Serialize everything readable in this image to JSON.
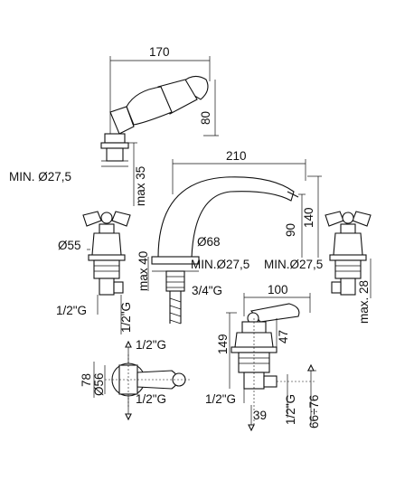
{
  "dimensions": {
    "hand_shower_width": "170",
    "hand_shower_height": "80",
    "min_diam_left": "MIN. Ø27,5",
    "max_height_35": "max 35",
    "spout_width": "210",
    "spout_height_90": "90",
    "spout_height_140": "140",
    "handle_diam": "Ø55",
    "spout_diam": "Ø68",
    "max_40": "max 40",
    "min_diam_center": "MIN.Ø27,5",
    "min_diam_right": "MIN.Ø27,5",
    "max_28": "max. 28",
    "thread_3_4": "3/4\"G",
    "thread_1_2_left": "1/2\"G",
    "thread_1_2_left_vertical": "1/2\"G",
    "thread_1_2_plan_top": "1/2\"G",
    "thread_1_2_plan_bottom": "1/2\"G",
    "plan_78": "78",
    "plan_diam_56": "Ø56",
    "valve_width_100": "100",
    "valve_height_149": "149",
    "valve_height_47": "47",
    "valve_thread_1_2": "1/2\"G",
    "valve_thread_1_2_vertical": "1/2\"G",
    "valve_39": "39",
    "valve_range": "66÷76"
  }
}
